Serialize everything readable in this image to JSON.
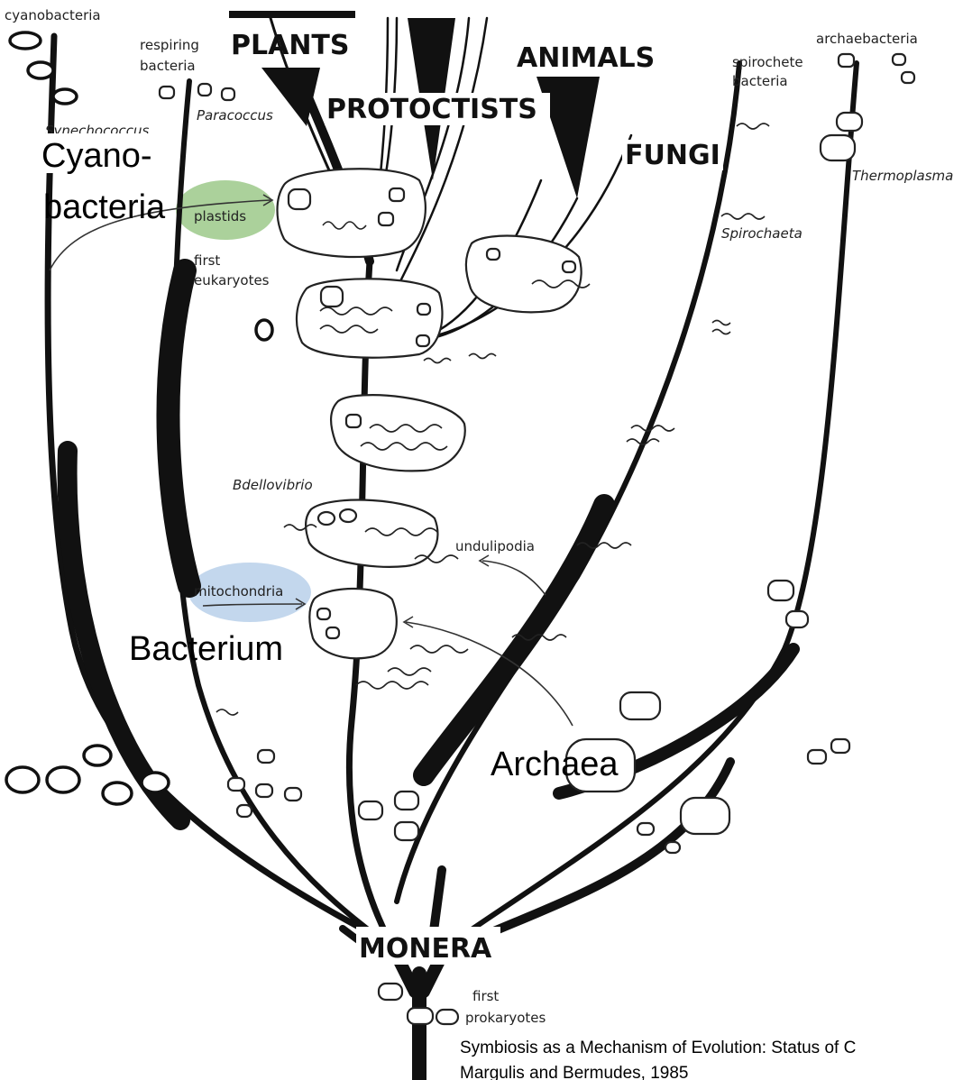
{
  "kingdoms": {
    "plants": "PLANTS",
    "animals": "ANIMALS",
    "protoctists": "PROTOCTISTS",
    "fungi": "FUNGI",
    "monera": "MONERA"
  },
  "labels": {
    "cyanobacteria": "cyanobacteria",
    "respiring_1": "respiring",
    "respiring_2": "bacteria",
    "synechococcus": "Synechococcus",
    "paracoccus": "Paracoccus",
    "plastids": "plastids",
    "first_euk_1": "first",
    "first_euk_2": "eukaryotes",
    "spirochete_1": "spirochete",
    "spirochete_2": "bacteria",
    "archaebacteria": "archaebacteria",
    "thermoplasma": "Thermoplasma",
    "spirochaeta": "Spirochaeta",
    "bdellovibrio": "Bdellovibrio",
    "undulipodia": "undulipodia",
    "mitochondria": "mitochondria",
    "first_prok_1": "first",
    "first_prok_2": "prokaryotes"
  },
  "callouts": {
    "cyano_1": "Cyano-",
    "cyano_2": "bacteria",
    "bacterium": "Bacterium",
    "archaea": "Archaea"
  },
  "highlights": {
    "plastids_color": "#9cc98a",
    "mitochondria_color": "#b8d0ea"
  },
  "caption": {
    "line1": "Symbiosis as a Mechanism of Evolution: Status of C",
    "line2": "Margulis and Bermudes, 1985"
  }
}
